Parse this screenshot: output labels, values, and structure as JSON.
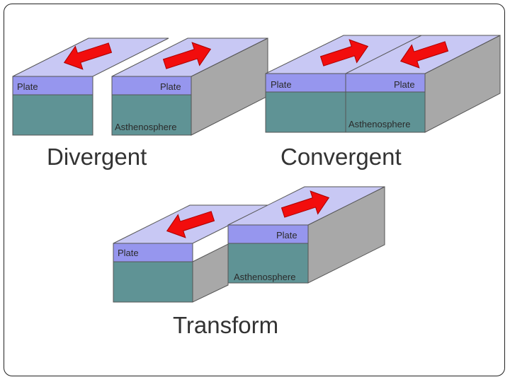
{
  "colors": {
    "top_face": "#c8c8f4",
    "plate_layer": "#9696ee",
    "asthenosphere": "#5f9395",
    "side_face": "#a8a8a8",
    "arrow": "#f20d0d",
    "outline": "#555555"
  },
  "diagrams": [
    {
      "title": "Divergent",
      "blocks": [
        {
          "plate_label": "Plate"
        },
        {
          "plate_label": "Plate",
          "asthenosphere_label": "Asthenosphere"
        }
      ]
    },
    {
      "title": "Convergent",
      "blocks": [
        {
          "plate_label": "Plate"
        },
        {
          "plate_label": "Plate",
          "asthenosphere_label": "Asthenosphere"
        }
      ]
    },
    {
      "title": "Transform",
      "blocks": [
        {
          "plate_label": "Plate"
        },
        {
          "plate_label": "Plate",
          "asthenosphere_label": "Asthenosphere"
        }
      ]
    }
  ]
}
